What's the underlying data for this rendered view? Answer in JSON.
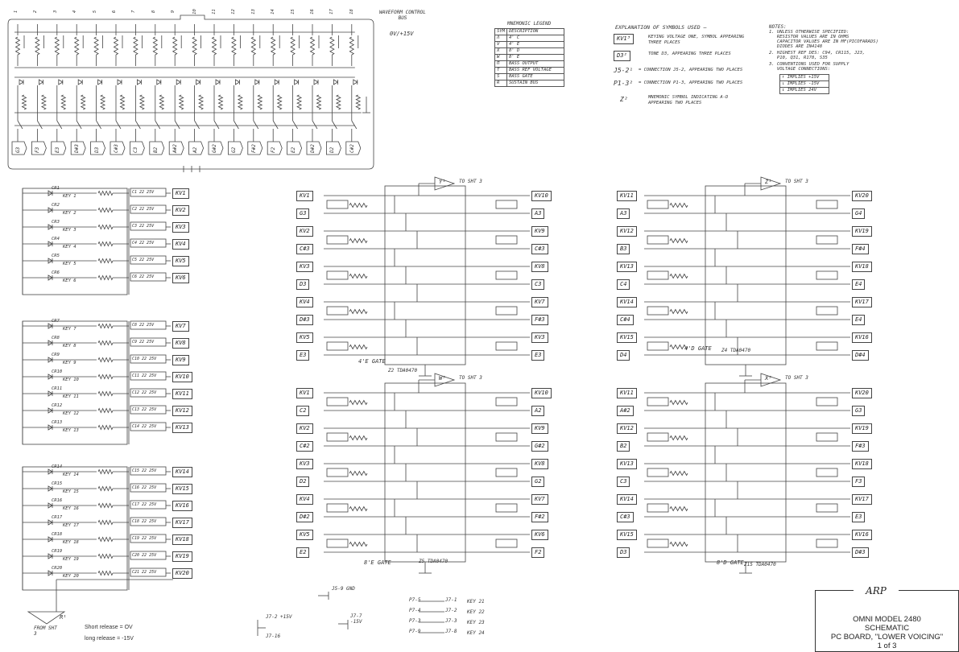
{
  "header": {
    "waveform_bus": "WAVEFORM CONTROL BUS",
    "supply": "0V/+15V"
  },
  "legend": {
    "title": "MNEMONIC LEGEND",
    "header": {
      "sym": "SYM",
      "desc": "DESCRIPTION"
    },
    "rows": [
      {
        "sym": "Λ",
        "desc": "4' C"
      },
      {
        "sym": "V",
        "desc": "4' E"
      },
      {
        "sym": "X",
        "desc": "8' D"
      },
      {
        "sym": "W",
        "desc": "8' E"
      },
      {
        "sym": "Π",
        "desc": "BASS OUTPUT"
      },
      {
        "sym": "T",
        "desc": "BASS REF VOLTAGE"
      },
      {
        "sym": "S",
        "desc": "BASS GATE"
      },
      {
        "sym": "R",
        "desc": "SUSTAIN BUS"
      }
    ]
  },
  "symbols": {
    "title": "EXPLANATION OF SYMBOLS USED —",
    "items": [
      {
        "symbol": "KV1³",
        "text": "KEYING VOLTAGE ONE, SYMBOL APPEARING THREE PLACES"
      },
      {
        "symbol": "D3²",
        "text": "TONE D3, APPEARING THREE PLACES"
      },
      {
        "symbol": "J5-2¹",
        "text": "= CONNECTION J5-2, APPEARING TWO PLACES"
      },
      {
        "symbol": "P1-3²",
        "text": "= CONNECTION P1-3, APPEARING TWO PLACES"
      },
      {
        "symbol": "Z²",
        "text": "MNEMONIC SYMBOL INDICATING A-D APPEARING TWO PLACES"
      }
    ]
  },
  "notes": {
    "title": "NOTES:",
    "lines": [
      "1. UNLESS OTHERWISE SPECIFIED:",
      "   RESISTOR VALUES ARE IN OHMS",
      "   CAPACITOR VALUES ARE IN µF(PICOFARADS)",
      "   DIODES ARE IN4148",
      "2. HIGHEST REF DES: C94, CR115, J23,",
      "   P10, Q31, R178, S35",
      "3. CONVENTIONS USED FOR SUPPLY",
      "   VOLTAGE CONNECTIONS:"
    ],
    "supply_rows": [
      "↑ IMPLIES +15V",
      "↓ IMPLIES -15V",
      "↕ IMPLIES 24V"
    ]
  },
  "bus_labels": [
    "G3",
    "F3",
    "E3",
    "D#3",
    "D3",
    "C#3",
    "C3",
    "B2",
    "A#2",
    "A2",
    "G#2",
    "G2",
    "F#2",
    "F2",
    "E2",
    "D#2",
    "D2",
    "C#2"
  ],
  "key_groups": [
    {
      "outputs": [
        "KV1",
        "KV2",
        "KV3",
        "KV4",
        "KV5",
        "KV6"
      ],
      "keys": [
        "KEY 1",
        "KEY 2",
        "KEY 3",
        "KEY 4",
        "KEY 5",
        "KEY 6"
      ],
      "diodes": [
        "CR1",
        "CR2",
        "CR3",
        "CR4",
        "CR5",
        "CR6"
      ]
    },
    {
      "outputs": [
        "KV7",
        "KV8",
        "KV9",
        "KV10",
        "KV11",
        "KV12",
        "KV13"
      ],
      "keys": [
        "KEY 7",
        "KEY 8",
        "KEY 9",
        "KEY 10",
        "KEY 11",
        "KEY 12",
        "KEY 13"
      ],
      "diodes": [
        "CR7",
        "CR8",
        "CR9",
        "CR10",
        "CR11",
        "CR12",
        "CR13"
      ]
    },
    {
      "outputs": [
        "KV14",
        "KV15",
        "KV16",
        "KV17",
        "KV18",
        "KV19",
        "KV20"
      ],
      "keys": [
        "KEY 14",
        "KEY 15",
        "KEY 16",
        "KEY 17",
        "KEY 18",
        "KEY 19",
        "KEY 20"
      ],
      "diodes": [
        "CR14",
        "CR15",
        "CR16",
        "CR17",
        "CR18",
        "CR19",
        "CR20"
      ]
    }
  ],
  "gates": [
    {
      "id": "4E",
      "label": "4'E GATE",
      "ic": "Z2 TDA0470",
      "mnemonic": "Y¹",
      "to": "TO SHT 3",
      "inputs": [
        "KV1",
        "G3",
        "KV2",
        "C#3",
        "KV3",
        "D3",
        "KV4",
        "D#3",
        "KV5",
        "E3"
      ],
      "outputs": [
        "KV10",
        "A3",
        "KV9",
        "C#3",
        "KV8",
        "C3",
        "KV7",
        "F#3",
        "KV3",
        "E3"
      ]
    },
    {
      "id": "4D",
      "label": "4'D GATE",
      "ic": "Z4 TDA0470",
      "mnemonic": "Z¹",
      "to": "TO SHT 3",
      "inputs": [
        "KV11",
        "A3",
        "KV12",
        "B3",
        "KV13",
        "C4",
        "KV14",
        "C#4",
        "KV15",
        "D4"
      ],
      "outputs": [
        "KV20",
        "G4",
        "KV19",
        "F#4",
        "KV18",
        "E4",
        "KV17",
        "E4",
        "KV16",
        "D#4"
      ]
    },
    {
      "id": "8E",
      "label": "8'E GATE",
      "ic": "Z5 TDA0470",
      "mnemonic": "W²",
      "to": "TO SHT 3",
      "inputs": [
        "KV1",
        "C2",
        "KV2",
        "C#2",
        "KV3",
        "D2",
        "KV4",
        "D#2",
        "KV5",
        "E2"
      ],
      "outputs": [
        "KV10",
        "A2",
        "KV9",
        "G#2",
        "KV8",
        "G2",
        "KV7",
        "F#2",
        "KV6",
        "F2"
      ]
    },
    {
      "id": "8D",
      "label": "8'D GATE",
      "ic": "Z15 TDA0470",
      "mnemonic": "X²",
      "to": "TO SHT 3",
      "inputs": [
        "KV11",
        "A#2",
        "KV12",
        "B2",
        "KV13",
        "C3",
        "KV14",
        "C#3",
        "KV15",
        "D3"
      ],
      "outputs": [
        "KV20",
        "G3",
        "KV19",
        "F#3",
        "KV18",
        "F3",
        "KV17",
        "E3",
        "KV16",
        "D#3"
      ]
    }
  ],
  "connectors": [
    {
      "pin": "P7-5",
      "jack": "J7-1",
      "key": "KEY 21"
    },
    {
      "pin": "P7-4",
      "jack": "J7-2",
      "key": "KEY 22"
    },
    {
      "pin": "P7-3",
      "jack": "J7-3",
      "key": "KEY 23"
    },
    {
      "pin": "P7-9",
      "jack": "J7-8",
      "key": "KEY 24"
    }
  ],
  "misc": {
    "j5_9": "J5-9 GND",
    "j7_2": "J7-2 +15V",
    "j7_16": "J7-16",
    "j7_7": "J7-7 -15V",
    "short_release": "Short release = OV",
    "long_release": "long release = -15V",
    "from_sht": "FROM SHT 3",
    "sustain_mnemonic": "R¹"
  },
  "title_block": {
    "logo": "ARP",
    "model": "OMNI MODEL 2480",
    "doc": "SCHEMATIC",
    "board": "PC BOARD, \"LOWER VOICING\"",
    "sheet": "1 of 3"
  }
}
